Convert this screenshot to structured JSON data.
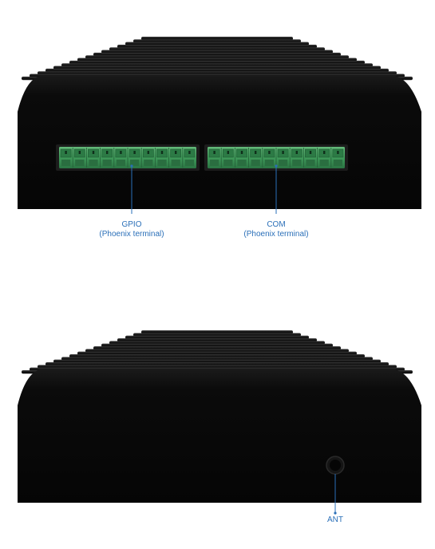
{
  "views": [
    {
      "id": "front-panel",
      "callouts": [
        {
          "name": "GPIO",
          "sub": "(Phoenix terminal)"
        },
        {
          "name": "COM",
          "sub": "(Phoenix terminal)"
        }
      ],
      "terminal_blocks": [
        {
          "pins": 10
        },
        {
          "pins": 10
        }
      ]
    },
    {
      "id": "rear-panel",
      "callouts": [
        {
          "name": "ANT"
        }
      ]
    }
  ],
  "colors": {
    "device_body": "#0a0a0a",
    "fin": "#1f1f1f",
    "terminal_green": "#3f9a5a",
    "callout_line": "#2a6fb8",
    "callout_text": "#2a6fb8"
  }
}
